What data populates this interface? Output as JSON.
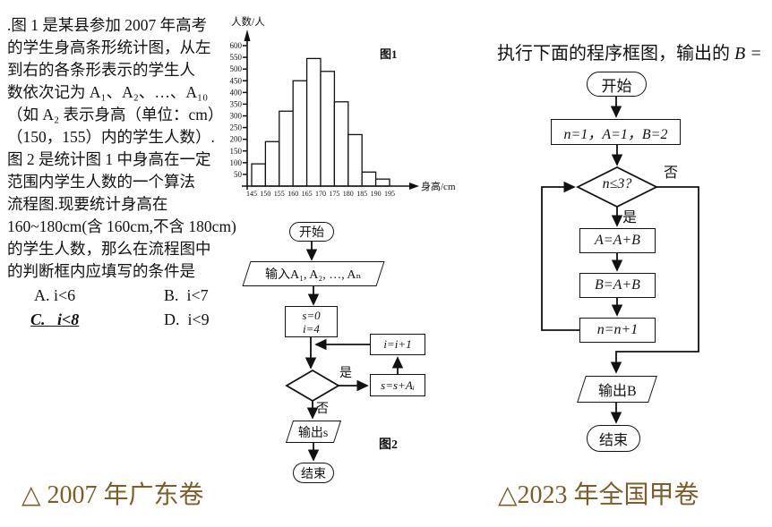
{
  "page": {
    "bg": "#ffffff",
    "accent": "#7d5e28",
    "ink": "#111111"
  },
  "left": {
    "paragraph_lines": [
      ".图 1 是某县参加 2007 年高考",
      "的学生身高条形统计图，从左",
      "到右的各条形表示的学生人",
      "数依次记为 A₁、A₂、…、A₁₀",
      "（如 A₂ 表示身高（单位：cm）",
      "（150，155）内的学生人数）.",
      "图 2 是统计图 1 中身高在一定",
      "范围内学生人数的一个算法",
      "流程图.现要统计身高在",
      "160~180cm(含 160cm,不含 180cm)",
      "的学生人数，那么在流程图中",
      "的判断框内应填写的条件是"
    ],
    "options": {
      "a": "A. i<6",
      "b": "B.  i<7",
      "c": "C.   i<8",
      "d": "D.  i<9"
    },
    "answer_key": "C"
  },
  "chart_data": {
    "type": "bar",
    "title": "图1",
    "ylabel": "人数/人",
    "xlabel": "身高/cm",
    "bin_edges": [
      145,
      150,
      155,
      160,
      165,
      170,
      175,
      180,
      185,
      190,
      195
    ],
    "values": [
      95,
      190,
      320,
      450,
      545,
      490,
      360,
      220,
      60,
      30
    ],
    "yticks": [
      50,
      100,
      150,
      200,
      250,
      300,
      350,
      400,
      450,
      500,
      550,
      600
    ],
    "ylim": [
      0,
      640
    ],
    "grid": false,
    "legend": "none"
  },
  "fig2": {
    "label": "图2",
    "start": "开始",
    "input": "输入A₁, A₂, …, Aₙ",
    "init_line1": "s=0",
    "init_line2": "i=4",
    "inc": "i=i+1",
    "acc": "s=s+Aᵢ",
    "yes": "是",
    "no": "否",
    "output": "输出s",
    "end": "结束"
  },
  "right": {
    "title_prefix": "执行下面的程序框图，输出的 ",
    "title_math": "B =",
    "flow": {
      "start": "开始",
      "init": "n=1，A=1，B=2",
      "cond": "n≤3?",
      "yes": "是",
      "no": "否",
      "step1": "A=A+B",
      "step2": "B=A+B",
      "step3": "n=n+1",
      "output": "输出B",
      "end": "结束"
    }
  },
  "footer": {
    "left": "△ 2007 年广东卷",
    "right": "△2023 年全国甲卷"
  }
}
